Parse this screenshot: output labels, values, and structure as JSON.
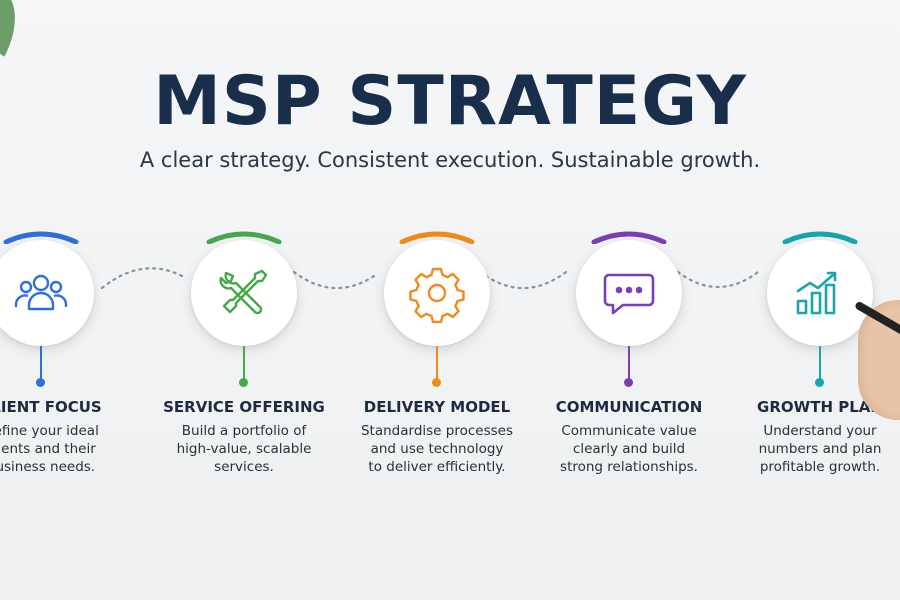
{
  "title": "MSP STRATEGY",
  "subtitle": "A clear strategy. Consistent execution. Sustainable growth.",
  "steps": [
    {
      "title": "CLIENT FOCUS",
      "lines": [
        "Define your ideal",
        "clients and their",
        "business needs."
      ],
      "color": "#2f6fd6",
      "icon": "people-icon"
    },
    {
      "title": "SERVICE OFFERING",
      "lines": [
        "Build a portfolio of",
        "high-value, scalable",
        "services."
      ],
      "color": "#46a84a",
      "icon": "tools-icon"
    },
    {
      "title": "DELIVERY MODEL",
      "lines": [
        "Standardise processes",
        "and use technology",
        "to deliver efficiently."
      ],
      "color": "#f08a1c",
      "icon": "gear-icon"
    },
    {
      "title": "COMMUNICATION",
      "lines": [
        "Communicate value",
        "clearly and build",
        "strong relationships."
      ],
      "color": "#7a3fb5",
      "icon": "chat-icon"
    },
    {
      "title": "GROWTH PLAN",
      "lines": [
        "Understand your",
        "numbers and plan",
        "profitable growth."
      ],
      "color": "#19a5ad",
      "icon": "growth-chart-icon"
    }
  ]
}
